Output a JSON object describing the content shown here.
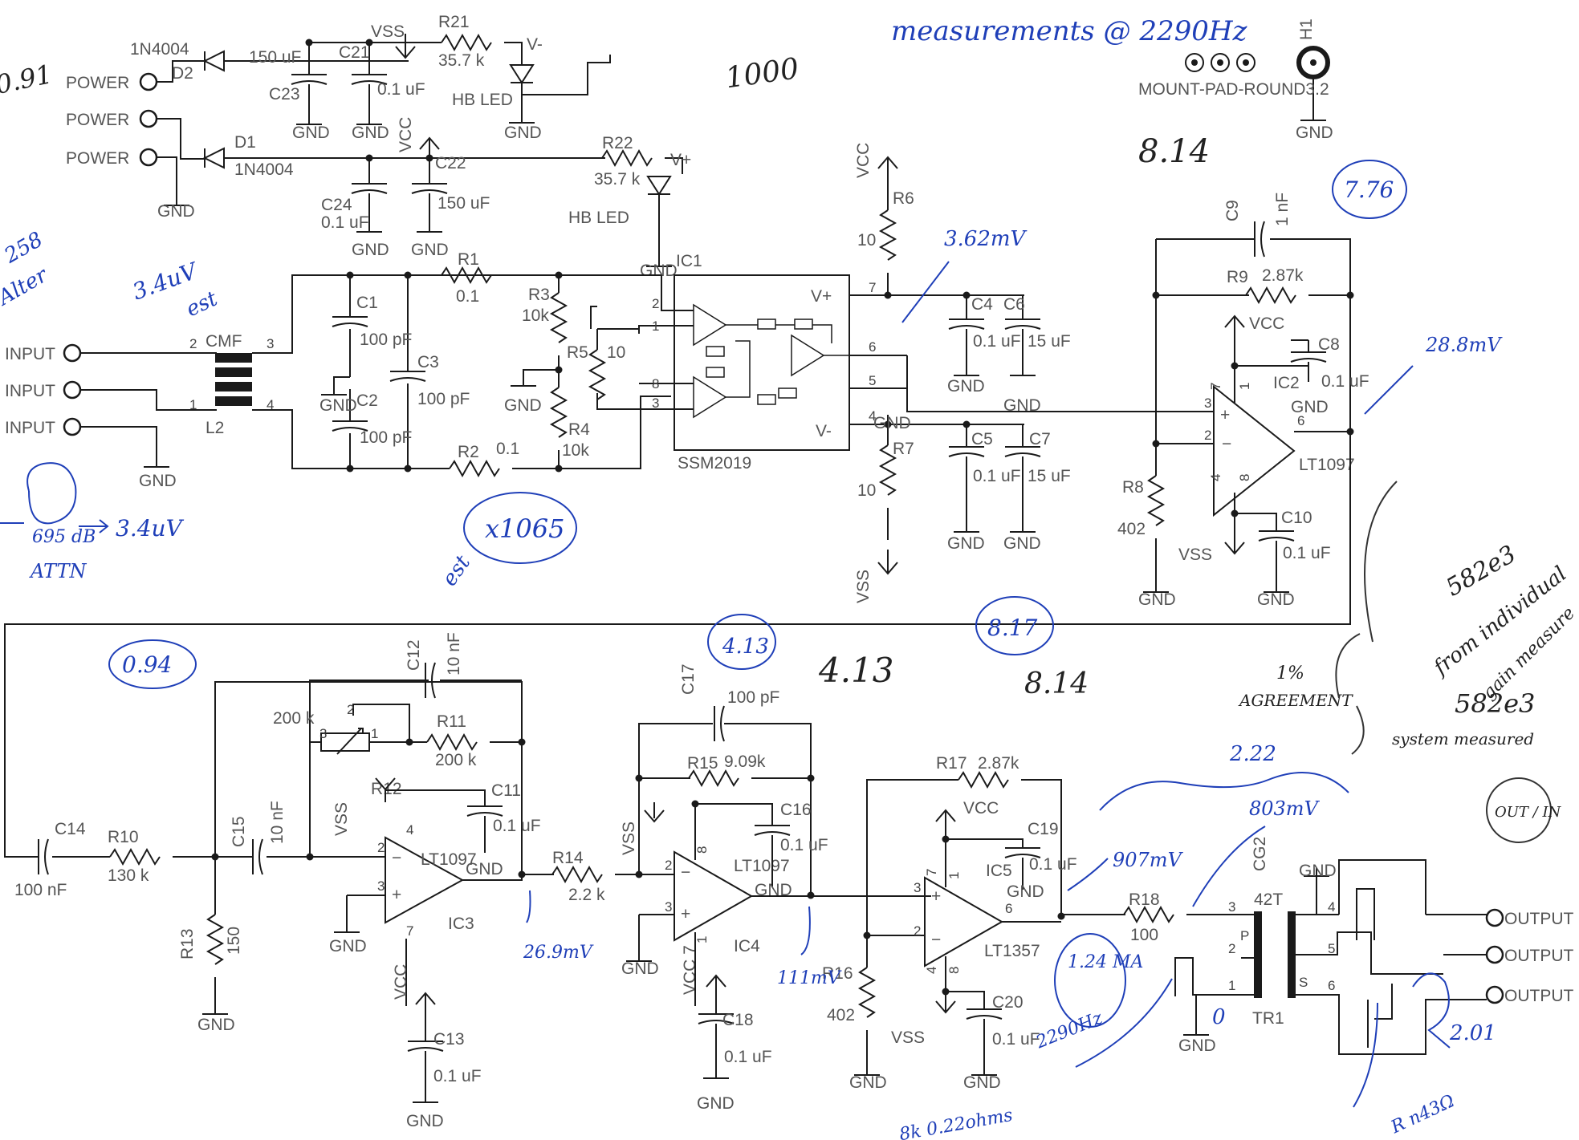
{
  "labels": {
    "d2_part": "1N4004",
    "d2": "D2",
    "c23_val": "150 uF",
    "c23": "C23",
    "c21": "C21",
    "c21_val": "0.1 uF",
    "vss_top": "VSS",
    "r21": "R21",
    "r21_val": "35.7 k",
    "vminus": "V-",
    "hbled1": "HB LED",
    "gnd": "GND",
    "vcc": "VCC",
    "vss": "VSS",
    "d1": "D1",
    "d1_part": "1N4004",
    "c22": "C22",
    "c22_val": "150 uF",
    "c24": "C24",
    "c24_val": "0.1 uF",
    "r22": "R22",
    "r22_val": "35.7 k",
    "vplus": "V+",
    "hbled2": "HB LED",
    "ic1": "IC1",
    "power": "POWER",
    "input": "INPUT",
    "output": "OUTPUT",
    "r1": "R1",
    "r1_val": "0.1",
    "r2": "R2",
    "r2_val": "0.1",
    "r3": "R3",
    "r3_val": "10k",
    "r4": "R4",
    "r4_val": "10k",
    "r5": "R5",
    "r5_val": "10",
    "cmf": "CMF",
    "l2": "L2",
    "c1": "C1",
    "c1_val": "100 pF",
    "c2": "C2",
    "c2_val": "100 pF",
    "c3": "C3",
    "c3_val": "100 pF",
    "ssm": "SSM2019",
    "vp": "V+",
    "vm": "V-",
    "r6": "R6",
    "r6_val": "10",
    "r7": "R7",
    "r7_val": "10",
    "c4": "C4",
    "c4_val": "0.1 uF",
    "c5": "C5",
    "c5_val": "0.1 uF",
    "c6": "C6",
    "c6_val": "15 uF",
    "c7": "C7",
    "c7_val": "15 uF",
    "c9": "C9",
    "c9_val": "1 nF",
    "r9": "R9",
    "r9_val": "2.87k",
    "c8": "C8",
    "c8_val": "0.1 uF",
    "ic2": "IC2",
    "lt1097": "LT1097",
    "r8": "R8",
    "r8_val": "402",
    "c10": "C10",
    "c10_val": "0.1 uF",
    "h1": "H1",
    "mountpad": "MOUNT-PAD-ROUND3.2",
    "c14": "C14",
    "c14_val": "100 nF",
    "r10": "R10",
    "r10_val": "130 k",
    "c15": "C15",
    "c15_val": "10 nF",
    "r13": "R13",
    "r13_val": "150",
    "c12": "C12",
    "c12_val": "10 nF",
    "pot_val": "200 k",
    "r11": "R11",
    "r11_val": "200 k",
    "r12": "R12",
    "c11": "C11",
    "c11_val": "0.1 uF",
    "ic3": "IC3",
    "c13": "C13",
    "c13_val": "0.1 uF",
    "r14": "R14",
    "r14_val": "2.2 k",
    "c17": "C17",
    "c17_val": "100 pF",
    "r15": "R15",
    "r15_val": "9.09k",
    "c16": "C16",
    "c16_val": "0.1 uF",
    "ic4": "IC4",
    "c18": "C18",
    "c18_val": "0.1 uF",
    "vcc7": "VCC 7",
    "r16": "R16",
    "r16_val": "402",
    "r17": "R17",
    "r17_val": "2.87k",
    "c19": "C19",
    "c19_val": "0.1 uF",
    "ic5": "IC5",
    "lt1357": "LT1357",
    "c20": "C20",
    "c20_val": "0.1 uF",
    "r18": "R18",
    "r18_val": "100",
    "tr1": "TR1",
    "cg2": "CG2",
    "ratio": "42T",
    "p": "P",
    "s": "S"
  },
  "annotations": {
    "measurements": "measurements @ 2290Hz",
    "n0_91": "0.91",
    "n1000": "1000",
    "n8_14a": "8.14",
    "n7_76": "7.76",
    "n3_62": "3.62mV",
    "n28": "28.8mV",
    "n3_4uv": "3.4uV",
    "est1": "est",
    "n258": "258",
    "wrd": "Alter",
    "n695": "695 dB",
    "n34": "3.4uV",
    "attn": "ATTN",
    "x1065": "x1065",
    "est2": "est",
    "n0_94": "0.94",
    "n4_13c": "4.13",
    "n4_13": "4.13",
    "n8_17": "8.17",
    "n8_14b": "8.14",
    "pct": "1%",
    "agree": "AGREEMENT",
    "n2_22": "2.22",
    "n582a": "582e3",
    "fromind": "from individual",
    "gain": "gain measure",
    "n582b": "582e3",
    "sysmeas": "system measured",
    "outin": "OUT / IN",
    "n907": "907mV",
    "n803": "803mV",
    "n26_9": "26.9mV",
    "n111": "111mV",
    "n1_24": "1.24 MA",
    "n2290": "2290Hz",
    "n2_01": "2.01",
    "zero": "0",
    "rbot": "R n43Ω",
    "bot": "8k 0.22ohms"
  }
}
